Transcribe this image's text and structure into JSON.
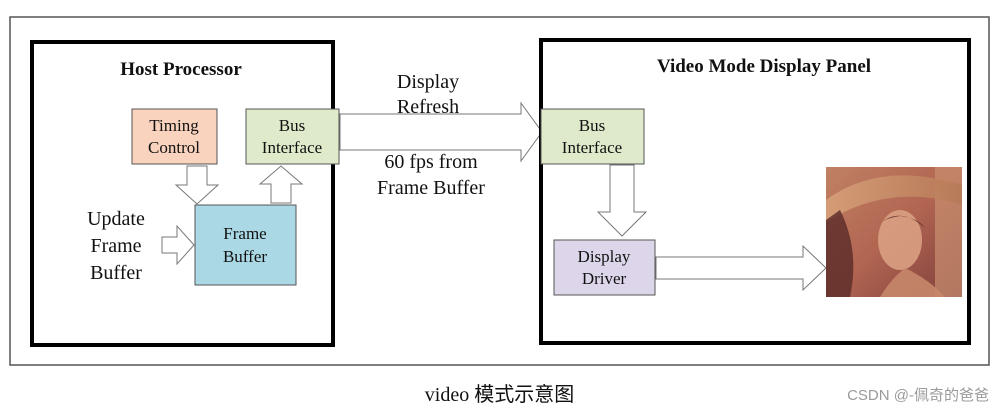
{
  "host": {
    "title": "Host Processor",
    "timing_control": [
      "Timing",
      "Control"
    ],
    "bus_interface": [
      "Bus",
      "Interface"
    ],
    "frame_buffer": [
      "Frame",
      "Buffer"
    ],
    "update_label": [
      "Update",
      "Frame",
      "Buffer"
    ]
  },
  "link": {
    "top_label": [
      "Display",
      "Refresh"
    ],
    "bottom_label": [
      "60 fps from",
      "Frame Buffer"
    ]
  },
  "panel": {
    "title": "Video Mode Display Panel",
    "bus_interface": [
      "Bus",
      "Interface"
    ],
    "display_driver": [
      "Display",
      "Driver"
    ]
  },
  "caption": "video 模式示意图",
  "watermark": "CSDN @-佩奇的爸爸",
  "colors": {
    "timing_control": "#f9d3bd",
    "bus_interface": "#dfeacb",
    "frame_buffer": "#aad8e4",
    "display_driver": "#ddd6ea"
  }
}
